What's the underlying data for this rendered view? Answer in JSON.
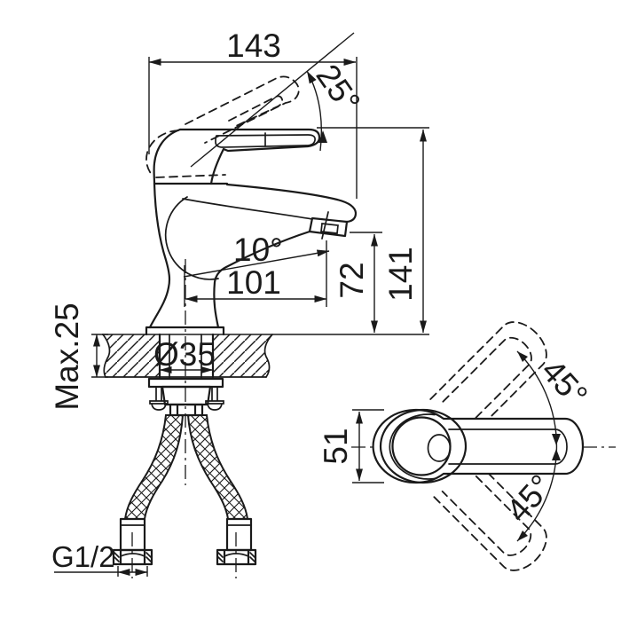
{
  "drawing": {
    "background": "#ffffff",
    "line_color": "#1a1a1a",
    "front_view": {
      "dim_total_width": "143",
      "handle_lift_angle": "25°",
      "dim_total_height": "141",
      "dim_spout_height": "72",
      "dim_spout_reach": "101",
      "spout_angle": "10°",
      "counter_thickness": "Max.25",
      "hole_diameter": "Ø35",
      "hose_thread": "G1/2"
    },
    "top_view": {
      "dim_body_width": "51",
      "swing_angle_up": "45°",
      "swing_angle_down": "45°"
    }
  }
}
